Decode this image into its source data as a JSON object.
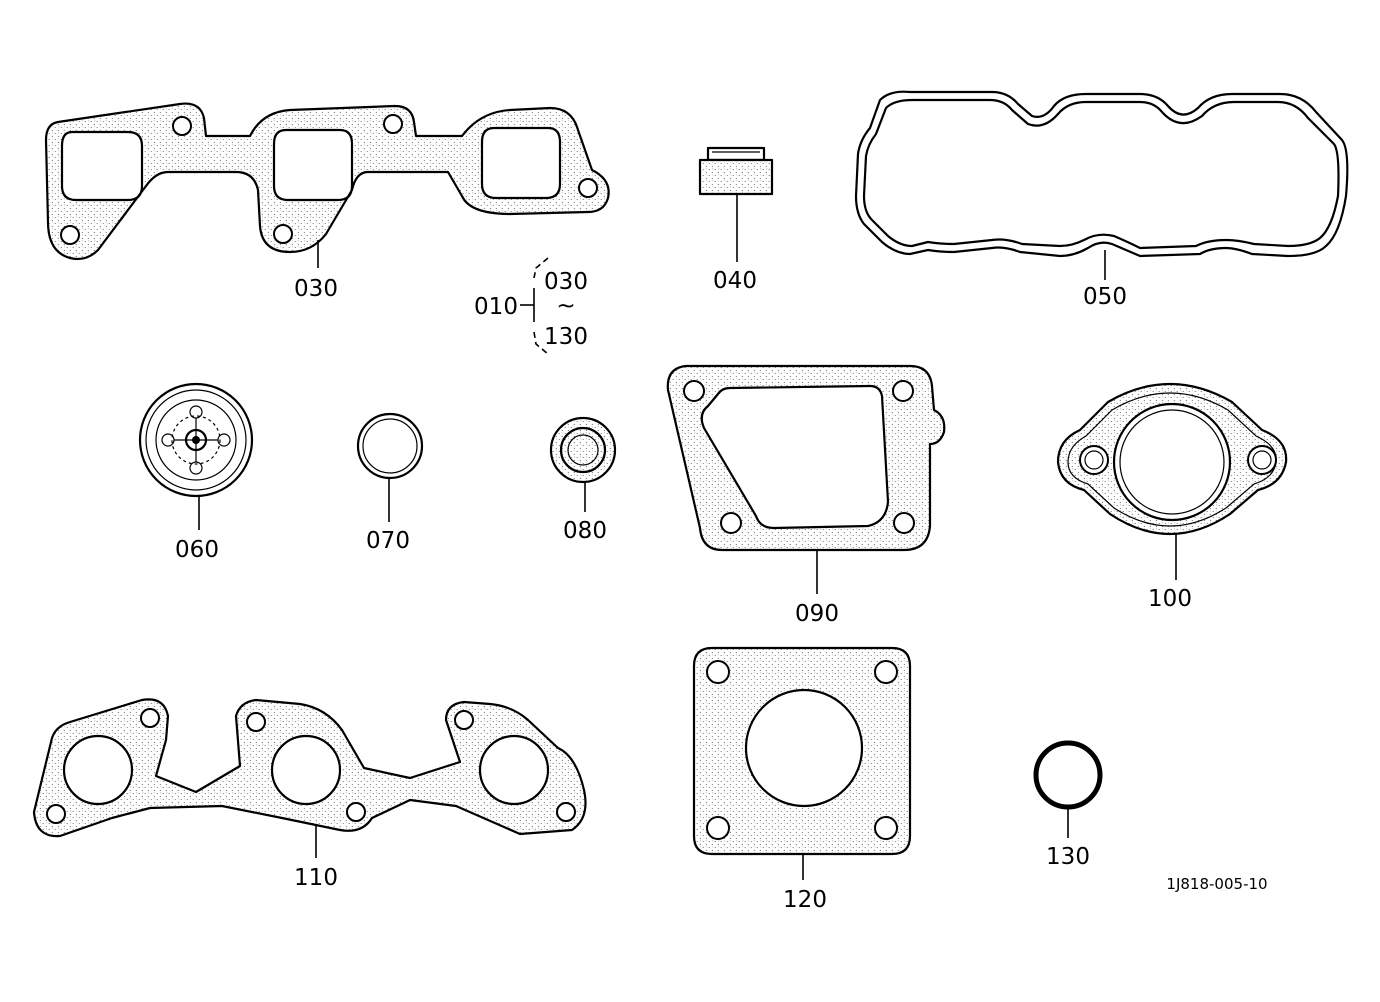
{
  "diagram": {
    "drawing_number": "1J818-005-10",
    "kit": {
      "label": "010",
      "range_start": "030",
      "range_symbol": "~",
      "range_end": "130"
    },
    "parts": [
      {
        "id": "p030",
        "label": "030",
        "name": "exhaust-manifold-gasket"
      },
      {
        "id": "p040",
        "label": "040",
        "name": "valve-stem-seal"
      },
      {
        "id": "p050",
        "label": "050",
        "name": "head-cover-gasket"
      },
      {
        "id": "p060",
        "label": "060",
        "name": "oil-seal-plug"
      },
      {
        "id": "p070",
        "label": "070",
        "name": "o-ring"
      },
      {
        "id": "p080",
        "label": "080",
        "name": "oil-seal"
      },
      {
        "id": "p090",
        "label": "090",
        "name": "cover-gasket"
      },
      {
        "id": "p100",
        "label": "100",
        "name": "flange-gasket"
      },
      {
        "id": "p110",
        "label": "110",
        "name": "intake-manifold-gasket"
      },
      {
        "id": "p120",
        "label": "120",
        "name": "square-flange-gasket"
      },
      {
        "id": "p130",
        "label": "130",
        "name": "o-ring-small"
      }
    ]
  }
}
